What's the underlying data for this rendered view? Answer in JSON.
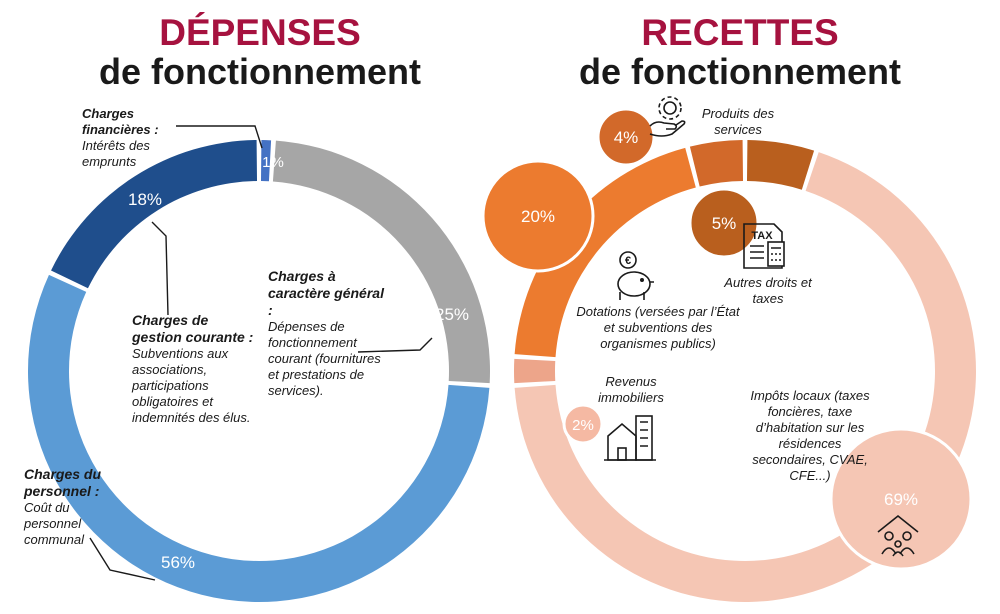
{
  "chart_data": [
    {
      "type": "pie",
      "title": "DÉPENSES",
      "subtitle": "de fonctionnement",
      "categories": [
        "Charges financières",
        "Charges à caractère général",
        "Charges du personnel",
        "Charges de gestion courante"
      ],
      "values": [
        1,
        25,
        56,
        18
      ],
      "value_labels": [
        "1%",
        "25%",
        "56%",
        "18%"
      ],
      "colors": [
        "#4472c4",
        "#a6a6a6",
        "#5b9bd5",
        "#1f4e8c"
      ],
      "annotations": [
        {
          "heading": "Charges financières :",
          "text": "Intérêts des emprunts"
        },
        {
          "heading": "Charges à caractère général :",
          "text": "Dépenses de fonctionnement courant (fournitures et prestations de services)."
        },
        {
          "heading": "Charges du personnel :",
          "text": "Coût du personnel communal"
        },
        {
          "heading": "Charges de gestion courante :",
          "text": "Subventions aux associations, participations obligatoires et indemnités des élus."
        }
      ]
    },
    {
      "type": "pie",
      "title": "RECETTES",
      "subtitle": "de fonctionnement",
      "categories": [
        "Autres droits et taxes",
        "Impôts locaux",
        "Revenus immobiliers",
        "Dotations",
        "Produits des services"
      ],
      "values": [
        5,
        69,
        2,
        20,
        4
      ],
      "value_labels": [
        "5%",
        "69%",
        "2%",
        "20%",
        "4%"
      ],
      "colors": [
        "#b95f1e",
        "#f5c6b4",
        "#eda58a",
        "#ec7b2f",
        "#d2692a"
      ],
      "annotations": [
        {
          "text": "Produits des services"
        },
        {
          "text": "Autres droits et taxes"
        },
        {
          "text": "Dotations (versées par l’État et subventions des organismes publics)"
        },
        {
          "text": "Revenus immobiliers"
        },
        {
          "text": "Impôts locaux (taxes foncières, taxe d’habitation sur les résidences secondaires, CVAE, CFE...)"
        }
      ],
      "icon_texts": [
        "TAX"
      ]
    }
  ],
  "icons": [
    "gear-hand-icon",
    "piggy-bank-icon",
    "tax-calculator-icon",
    "building-icon",
    "family-house-icon"
  ]
}
